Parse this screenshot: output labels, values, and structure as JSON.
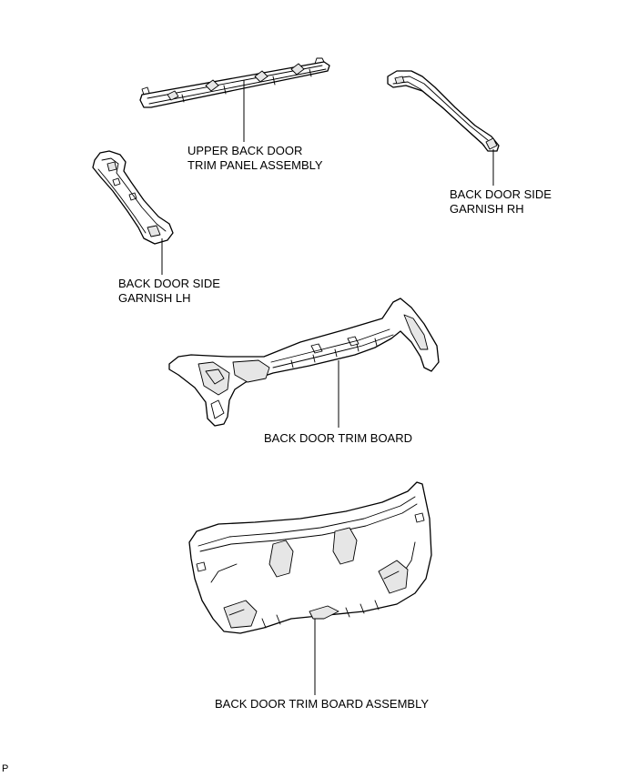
{
  "parts": {
    "upper_back_door_trim_panel": {
      "line1": "UPPER BACK DOOR",
      "line2": "TRIM PANEL ASSEMBLY"
    },
    "back_door_side_garnish_rh": {
      "line1": "BACK DOOR SIDE",
      "line2": "GARNISH RH"
    },
    "back_door_side_garnish_lh": {
      "line1": "BACK DOOR SIDE",
      "line2": "GARNISH LH"
    },
    "back_door_trim_board": {
      "line1": "BACK DOOR TRIM BOARD"
    },
    "back_door_trim_board_assembly": {
      "line1": "BACK DOOR TRIM BOARD ASSEMBLY"
    }
  },
  "footer": {
    "code": "P"
  }
}
